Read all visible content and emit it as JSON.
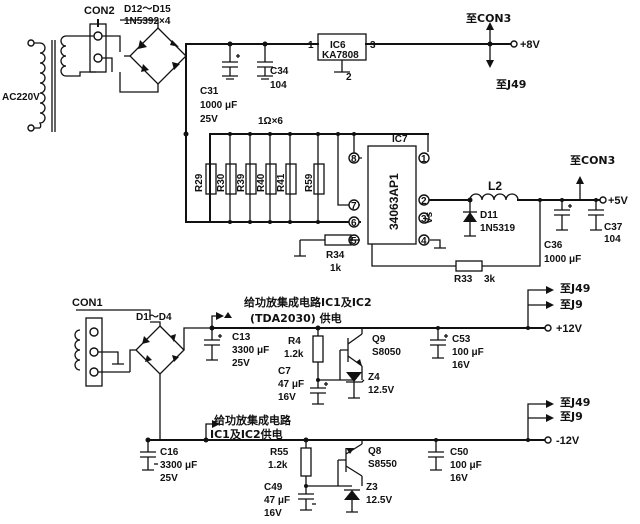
{
  "labels": {
    "con2": "CON2",
    "d12_d15": "D12～D15",
    "d12_d15_part": "1N5392×4",
    "to_con3_top": "至CON3",
    "plus8v": "+8V",
    "to_j49_top": "至J49",
    "ac220v": "AC220V",
    "c31": "C31",
    "c31_val": "1000 μF",
    "c31_v": "25V",
    "c34": "C34",
    "c34_val": "104",
    "ic6": "IC6",
    "ic6_part": "KA7808",
    "ic6_pin1": "1",
    "ic6_pin2": "2",
    "ic6_pin3": "3",
    "res_array": "1Ω×6",
    "r29": "R29",
    "r30": "R30",
    "r39": "R39",
    "r40": "R40",
    "r41": "R41",
    "r59": "R59",
    "ic7": "IC7",
    "ic7_part": "34063AP1",
    "ic7_pin1": "1",
    "ic7_pin2": "2",
    "ic7_pin3": "3",
    "ic7_pin4": "4",
    "ic7_pin5": "5",
    "ic7_pin6": "6",
    "ic7_pin7": "7",
    "ic7_pin8": "8",
    "ic7_vs": "Vs",
    "l2": "L2",
    "d11": "D11",
    "d11_part": "1N5319",
    "to_con3_mid": "至CON3",
    "plus5v": "+5V",
    "c36": "C36",
    "c36_val": "1000 μF",
    "c37": "C37",
    "c37_val": "104",
    "r34": "R34",
    "r34_val": "1k",
    "r33": "R33",
    "r33_val": "3k",
    "con1": "CON1",
    "d1_d4": "D1～D4",
    "amp_supply_1a": "给功放集成电路IC1及IC2",
    "amp_supply_1b": "(TDA2030) 供电",
    "to_j49_pos": "至J49",
    "to_j9_pos": "至J9",
    "plus12v": "+12V",
    "c13": "C13",
    "c13_val": "3300 μF",
    "c13_v": "25V",
    "r4": "R4",
    "r4_val": "1.2k",
    "q9": "Q9",
    "q9_part": "S8050",
    "c53": "C53",
    "c53_val": "100 μF",
    "c53_v": "16V",
    "c7": "C7",
    "c7_val": "47 μF",
    "c7_v": "16V",
    "z4": "Z4",
    "z4_val": "12.5V",
    "amp_supply_2a": "给功放集成电路",
    "amp_supply_2b": "IC1及IC2供电",
    "to_j49_neg": "至J49",
    "to_j9_neg": "至J9",
    "minus12v": "-12V",
    "c16": "C16",
    "c16_val": "3300 μF",
    "c16_v": "25V",
    "r55": "R55",
    "r55_val": "1.2k",
    "q8": "Q8",
    "q8_part": "S8550",
    "c50": "C50",
    "c50_val": "100 μF",
    "c50_v": "16V",
    "c49": "C49",
    "c49_val": "47 μF",
    "c49_v": "16V",
    "z3": "Z3",
    "z3_val": "12.5V"
  }
}
